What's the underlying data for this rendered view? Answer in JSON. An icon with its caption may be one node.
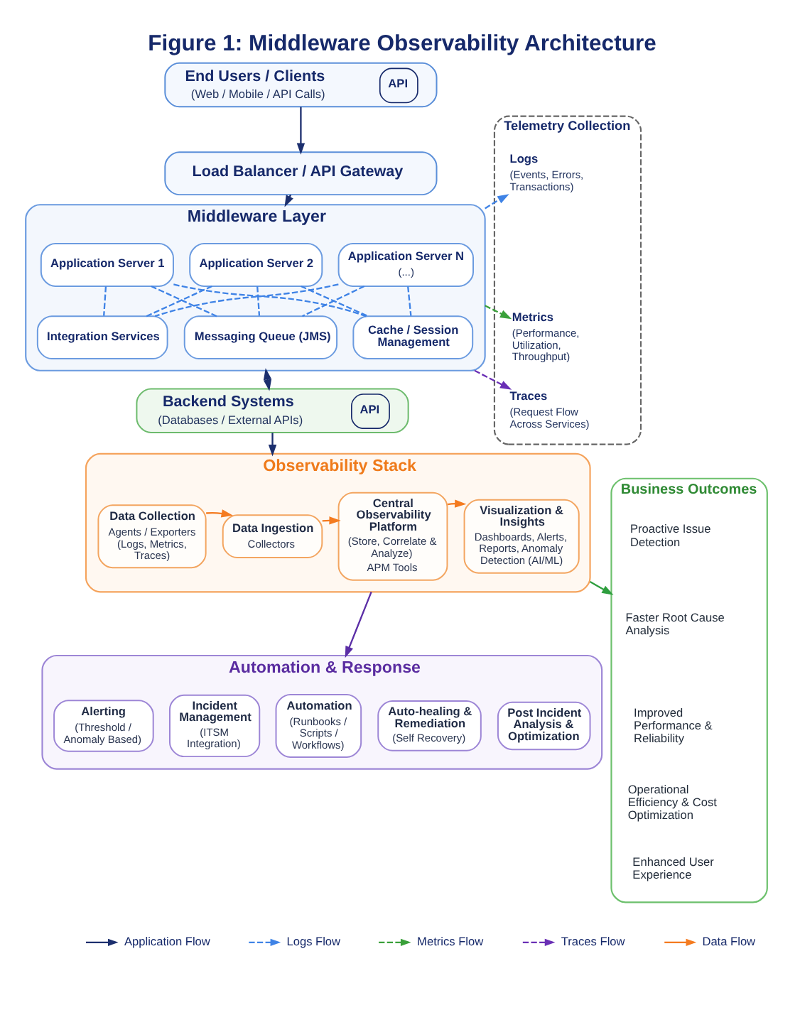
{
  "diagram": {
    "title": "Figure 1: Middleware Observability Architecture",
    "nodes": [
      {
        "text": [
          "End Users / Clients",
          "(Web / Mobile / API Calls)",
          "API"
        ]
      },
      {
        "text": [
          "Load Balancer / API Gateway"
        ]
      },
      {
        "text": [
          "Middleware Layer"
        ]
      },
      {
        "text": [
          "Application Server 1"
        ],
        "in": 2
      },
      {
        "text": [
          "Application Server 2"
        ],
        "in": 2
      },
      {
        "text": [
          "Application Server N",
          "(...)"
        ],
        "in": 2
      },
      {
        "text": [
          "Integration Services"
        ],
        "in": 2
      },
      {
        "text": [
          "Messaging Queue (JMS)"
        ],
        "in": 2
      },
      {
        "text": [
          "Cache / Session Management"
        ],
        "in": 2
      },
      {
        "text": [
          "Telemetry Collection"
        ]
      },
      {
        "text": [
          "Logs",
          "(Events, Errors, Transactions)"
        ],
        "in": 9
      },
      {
        "text": [
          "Metrics",
          "(Performance, Utilization, Throughput)"
        ],
        "in": 9
      },
      {
        "text": [
          "Traces",
          "(Request Flow Across Services)"
        ],
        "in": 9
      },
      {
        "text": [
          "Backend Systems",
          "(Databases / External APIs)",
          "API"
        ]
      },
      {
        "text": [
          "Observability Stack"
        ]
      },
      {
        "text": [
          "Data Collection",
          "Agents / Exporters (Logs, Metrics, Traces)"
        ],
        "in": 14
      },
      {
        "text": [
          "Data Ingestion",
          "Collectors"
        ],
        "in": 14
      },
      {
        "text": [
          "Central Observability Platform",
          "(Store, Correlate & Analyze)",
          "APM Tools"
        ],
        "in": 14
      },
      {
        "text": [
          "Visualization & Insights",
          "Dashboards, Alerts, Reports, Anomaly Detection (AI/ML)"
        ],
        "in": 14
      },
      {
        "text": [
          "Business Outcomes"
        ]
      },
      {
        "text": [
          "Proactive Issue Detection"
        ],
        "in": 19
      },
      {
        "text": [
          "Faster Root Cause Analysis"
        ],
        "in": 19
      },
      {
        "text": [
          "Improved Performance & Reliability"
        ],
        "in": 19
      },
      {
        "text": [
          "Operational Efficiency & Cost Optimization"
        ],
        "in": 19
      },
      {
        "text": [
          "Enhanced User Experience"
        ],
        "in": 19
      },
      {
        "text": [
          "Automation & Response"
        ]
      },
      {
        "text": [
          "Alerting",
          "(Threshold / Anomaly Based)"
        ],
        "in": 25
      },
      {
        "text": [
          "Incident Management",
          "(ITSM Integration)"
        ],
        "in": 25
      },
      {
        "text": [
          "Automation",
          "(Runbooks / Scripts / Workflows)"
        ],
        "in": 25
      },
      {
        "text": [
          "Auto-healing & Remediation",
          "(Self Recovery)"
        ],
        "in": 25
      },
      {
        "text": [
          "Post Incident Analysis & Optimization"
        ],
        "in": 25
      }
    ],
    "edges": [
      {
        "from": 0,
        "to": 1,
        "arrow": "to",
        "color": "#1c2f6e"
      },
      {
        "from": 1,
        "to": 2,
        "arrow": "to",
        "color": "#1c2f6e"
      },
      {
        "from": 2,
        "to": 13,
        "arrow": "both",
        "color": "#1c2f6e"
      },
      {
        "from": 3,
        "to": 6,
        "arrow": "none",
        "style": "dashed"
      },
      {
        "from": 3,
        "to": 7,
        "arrow": "none",
        "style": "dashed"
      },
      {
        "from": 3,
        "to": 8,
        "arrow": "none",
        "style": "dashed"
      },
      {
        "from": 4,
        "to": 6,
        "arrow": "none",
        "style": "dashed"
      },
      {
        "from": 4,
        "to": 7,
        "arrow": "none",
        "style": "dashed"
      },
      {
        "from": 4,
        "to": 8,
        "arrow": "none",
        "style": "dashed"
      },
      {
        "from": 5,
        "to": 6,
        "arrow": "none",
        "style": "dashed"
      },
      {
        "from": 5,
        "to": 7,
        "arrow": "none",
        "style": "dashed"
      },
      {
        "from": 5,
        "to": 8,
        "arrow": "none",
        "style": "dashed"
      },
      {
        "from": 2,
        "to": 10,
        "arrow": "to",
        "style": "dashed"
      },
      {
        "from": 2,
        "to": 11,
        "arrow": "to",
        "style": "dashed",
        "color": "#3aa03a"
      },
      {
        "from": 2,
        "to": 12,
        "arrow": "to",
        "style": "dashed",
        "color": "#6a2fb5"
      },
      {
        "from": 13,
        "to": 14,
        "arrow": "to",
        "color": "#1c2f6e"
      },
      {
        "from": 15,
        "to": 16,
        "arrow": "to",
        "color": "#f47b20"
      },
      {
        "from": 16,
        "to": 17,
        "arrow": "to",
        "color": "#f47b20"
      },
      {
        "from": 17,
        "to": 18,
        "arrow": "to",
        "color": "#f47b20"
      },
      {
        "from": 14,
        "to": 19,
        "arrow": "to",
        "color": "#2e9e3e"
      },
      {
        "from": 14,
        "to": 25,
        "arrow": "to",
        "color": "#5b2ea6"
      }
    ],
    "legend": [
      {
        "text": "Application Flow"
      },
      {
        "text": "Logs Flow"
      },
      {
        "text": "Metrics Flow"
      },
      {
        "text": "Traces Flow"
      },
      {
        "text": "Data Flow"
      }
    ]
  }
}
